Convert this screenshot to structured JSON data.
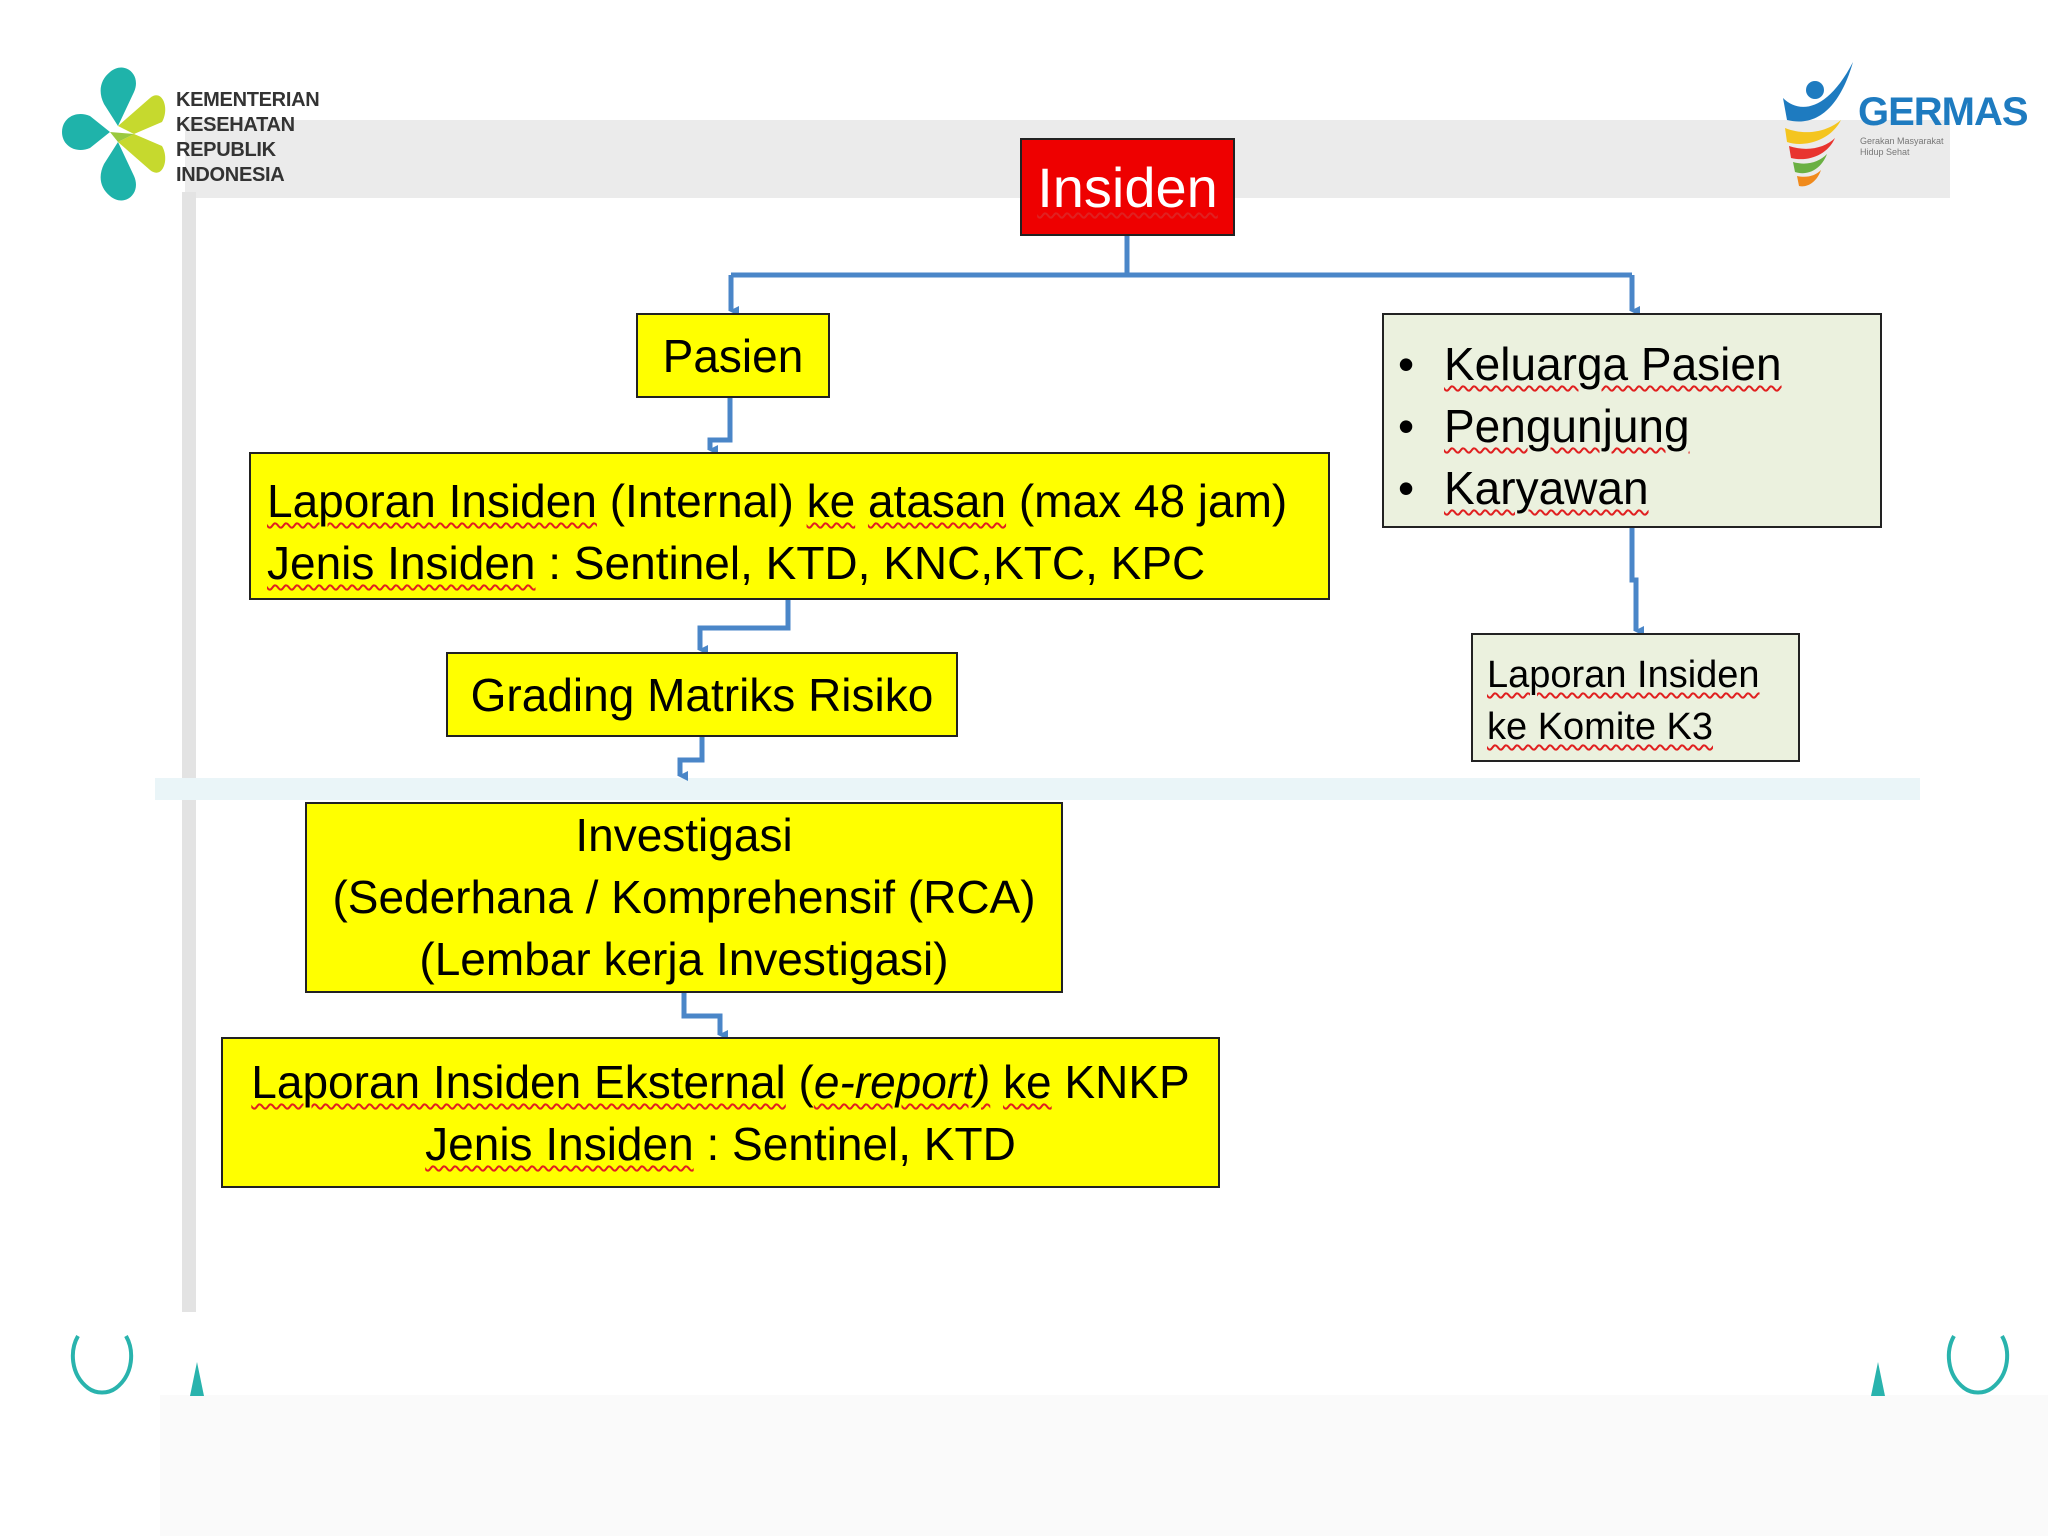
{
  "header": {
    "logo_lines": [
      "KEMENTERIAN",
      "KESEHATAN",
      "REPUBLIK",
      "INDONESIA"
    ],
    "germas_title": "GERMAS",
    "germas_sub": "Gerakan Masyarakat Hidup Sehat"
  },
  "flow": {
    "insiden": "Insiden",
    "pasien": "Pasien",
    "laporan_internal": {
      "line1_parts": [
        "Laporan Insiden",
        " (Internal) ",
        "ke",
        " ",
        "atasan",
        " (max 48 jam)"
      ],
      "line2_parts": [
        "Jenis Insiden",
        " : Sentinel, KTD, KNC,KTC, KPC"
      ]
    },
    "grading": "Grading Matriks Risiko",
    "investigasi": {
      "line1": "Investigasi",
      "line2": "(Sederhana / Komprehensif (RCA)",
      "line3": "(Lembar kerja Investigasi)"
    },
    "laporan_eksternal": {
      "line1_parts": [
        "Laporan Insiden Eksternal",
        " (",
        "e-report)",
        " ",
        "ke",
        " KNKP"
      ],
      "line2_parts": [
        "Jenis Insiden",
        " : Sentinel, KTD"
      ]
    },
    "non_pasien": {
      "items": [
        "Keluarga Pasien",
        "Pengunjung",
        "Karyawan"
      ],
      "bullet": "•"
    },
    "komite": {
      "line1": "Laporan Insiden",
      "line2": "ke Komite K3"
    }
  },
  "colors": {
    "box_yellow": "#ffff00",
    "box_green": "#ebf1de",
    "box_red": "#ee0000",
    "connector": "#4a86c8",
    "spell_underline": "#e02020"
  }
}
